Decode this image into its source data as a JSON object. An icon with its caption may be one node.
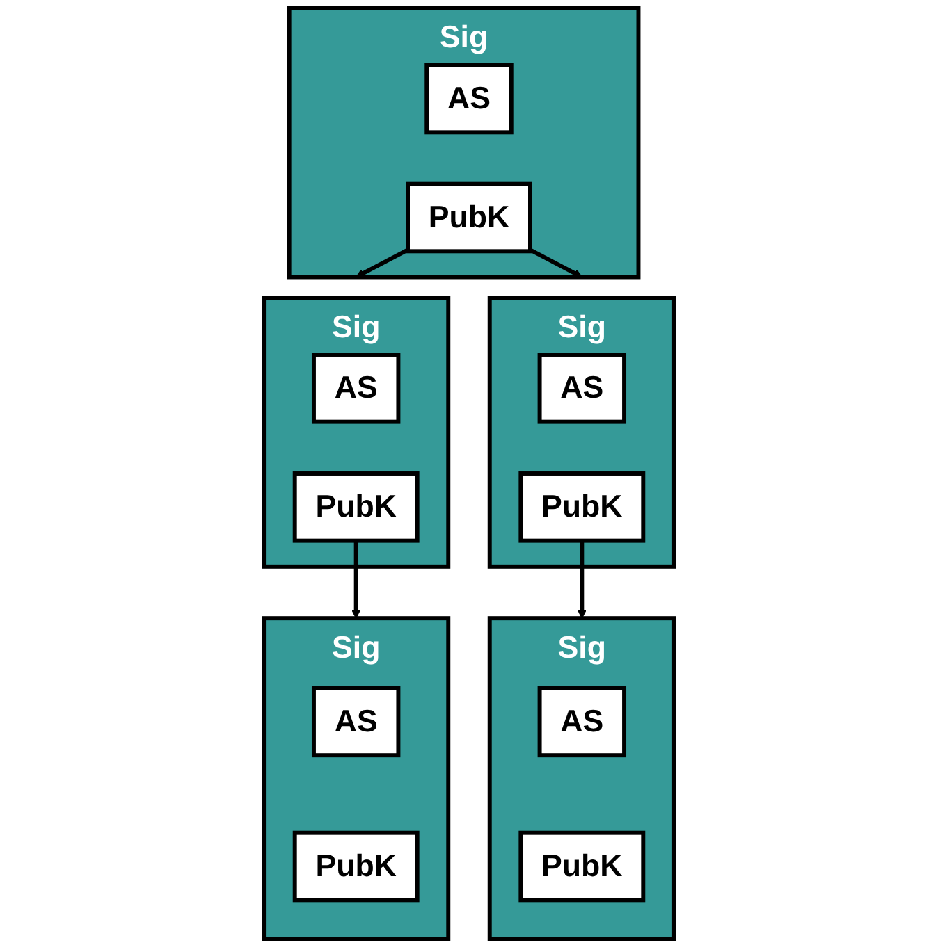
{
  "diagram": {
    "nodes": [
      {
        "text": [
          "Sig"
        ]
      },
      {
        "text": [
          "AS"
        ],
        "in": 0
      },
      {
        "text": [
          "PubK"
        ],
        "in": 0
      },
      {
        "text": [
          "Sig"
        ]
      },
      {
        "text": [
          "AS"
        ],
        "in": 3
      },
      {
        "text": [
          "PubK"
        ],
        "in": 3
      },
      {
        "text": [
          "Sig"
        ]
      },
      {
        "text": [
          "AS"
        ],
        "in": 6
      },
      {
        "text": [
          "PubK"
        ],
        "in": 6
      },
      {
        "text": [
          "Sig"
        ]
      },
      {
        "text": [
          "AS"
        ],
        "in": 9
      },
      {
        "text": [
          "PubK"
        ],
        "in": 9
      },
      {
        "text": [
          "Sig"
        ]
      },
      {
        "text": [
          "AS"
        ],
        "in": 12
      },
      {
        "text": [
          "PubK"
        ],
        "in": 12
      }
    ],
    "edges": [
      {
        "from": 2,
        "to": 3,
        "arrow": "to"
      },
      {
        "from": 2,
        "to": 6,
        "arrow": "to"
      },
      {
        "from": 5,
        "to": 9,
        "arrow": "to"
      },
      {
        "from": 8,
        "to": 12,
        "arrow": "to"
      }
    ]
  }
}
